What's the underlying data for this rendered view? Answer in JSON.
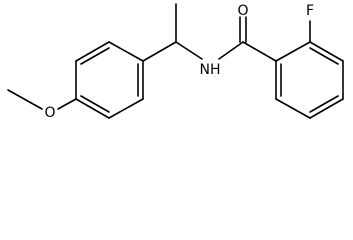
{
  "molecule": {
    "atoms": {
      "fluorine": "F",
      "carbonyl_oxygen": "O",
      "amide_nitrogen": "NH",
      "ether_oxygen": "O"
    },
    "colors": {
      "bond": "#000000",
      "label": "#000000",
      "background": "#ffffff"
    }
  }
}
